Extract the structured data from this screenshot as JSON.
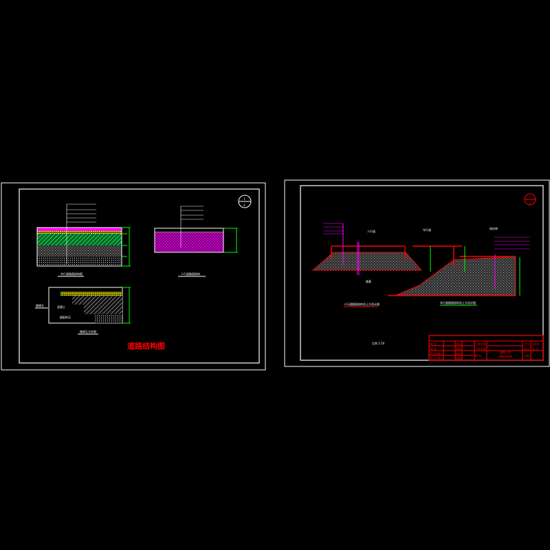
{
  "sheet1": {
    "title": "道路结构图",
    "section_marker_top": "1",
    "section_marker_bottom": "3",
    "detail1_caption": "车行道路面结构图",
    "detail2_caption": "人行道路面结构",
    "detail3_caption": "路缘石大样图",
    "detail3_labels": [
      "路缘石",
      "混凝土",
      "级配碎石"
    ]
  },
  "sheet2": {
    "section_marker_top": "3",
    "section_marker_bottom": "3",
    "labels": [
      "人行道",
      "车行道",
      "绿化带",
      "路基"
    ],
    "caption_left": "人行道路面结构及土方设计图",
    "caption_right": "车行道路面结构及土方设计图",
    "note": "比例 1:50",
    "title_block": {
      "rows": [
        [
          "审 定",
          "设计"
        ],
        [
          "审 核",
          "制图"
        ],
        [
          "项目负责人",
          "校对"
        ],
        [
          "专业负责人",
          "描图"
        ]
      ],
      "project_label": "工程名称",
      "subproject_label": "子项名称",
      "drawing_label": "图 名",
      "subproject_value": "道路工程",
      "drawing_value": "道路结构图",
      "job_label": "工号",
      "sheet_label": "图号",
      "date_label": "日期",
      "job_value": "2008",
      "sheet_value": "路-03"
    }
  },
  "colors": {
    "frame": "#ffffff",
    "accent": "#ff0000",
    "dim": "#00ff00",
    "layer": "#ff00ff",
    "base": "#ffff00"
  }
}
